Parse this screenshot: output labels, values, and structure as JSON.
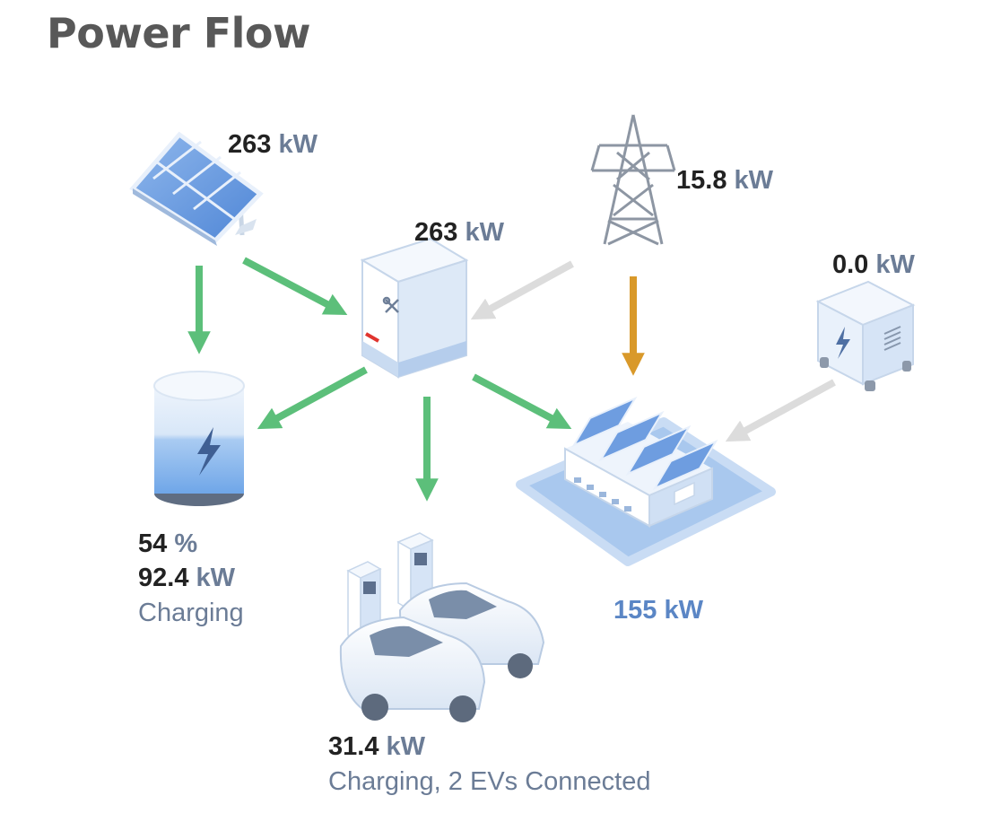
{
  "page": {
    "title": "Power Flow"
  },
  "solar": {
    "value": "263",
    "unit": "kW"
  },
  "inverter": {
    "value": "263",
    "unit": "kW"
  },
  "grid": {
    "value": "15.8",
    "unit": "kW"
  },
  "generator": {
    "value": "0.0",
    "unit": "kW"
  },
  "battery": {
    "soc_value": "54",
    "soc_unit": "%",
    "power_value": "92.4",
    "power_unit": "kW",
    "status": "Charging"
  },
  "ev_chargers": {
    "value": "31.4",
    "unit": "kW",
    "status": "Charging, 2 EVs Connected"
  },
  "load": {
    "value": "155",
    "unit": "kW"
  },
  "colors": {
    "flow_active": "#5cbf7a",
    "flow_grid": "#d9992a",
    "flow_idle": "#dcdcdc",
    "device_blue": "#a9c8ee",
    "label_unit": "#6b7c96"
  }
}
